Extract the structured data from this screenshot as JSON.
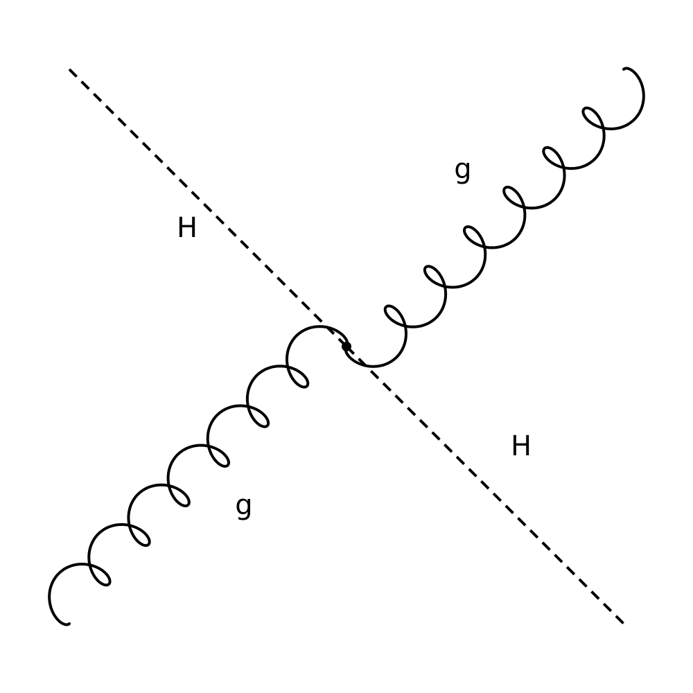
{
  "diagram": {
    "type": "feynman-diagram",
    "line_color": "#000000",
    "background": "#ffffff",
    "vertex": {
      "shape": "dot"
    },
    "particles": [
      {
        "id": "higgs-upper-left",
        "line_style": "dashed",
        "label": "H"
      },
      {
        "id": "higgs-lower-right",
        "line_style": "dashed",
        "label": "H"
      },
      {
        "id": "gluon-upper-right",
        "line_style": "curly",
        "label": "g"
      },
      {
        "id": "gluon-lower-left",
        "line_style": "curly",
        "label": "g"
      }
    ]
  }
}
